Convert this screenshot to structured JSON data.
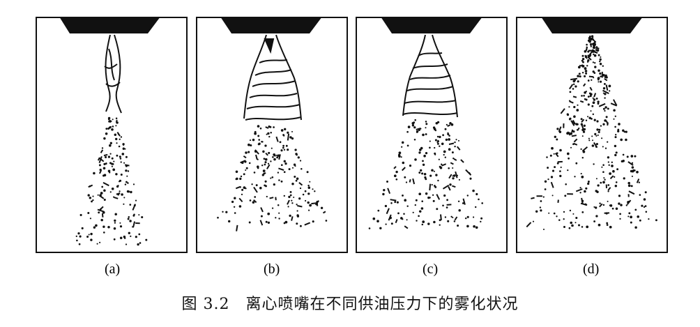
{
  "figure": {
    "panels": [
      {
        "label": "(a)",
        "stage": "sheet"
      },
      {
        "label": "(b)",
        "stage": "wavy-cone"
      },
      {
        "label": "(c)",
        "stage": "short-cone"
      },
      {
        "label": "(d)",
        "stage": "full-spray"
      }
    ],
    "caption": "图 3.2　离心喷嘴在不同供油压力下的雾化状况"
  }
}
